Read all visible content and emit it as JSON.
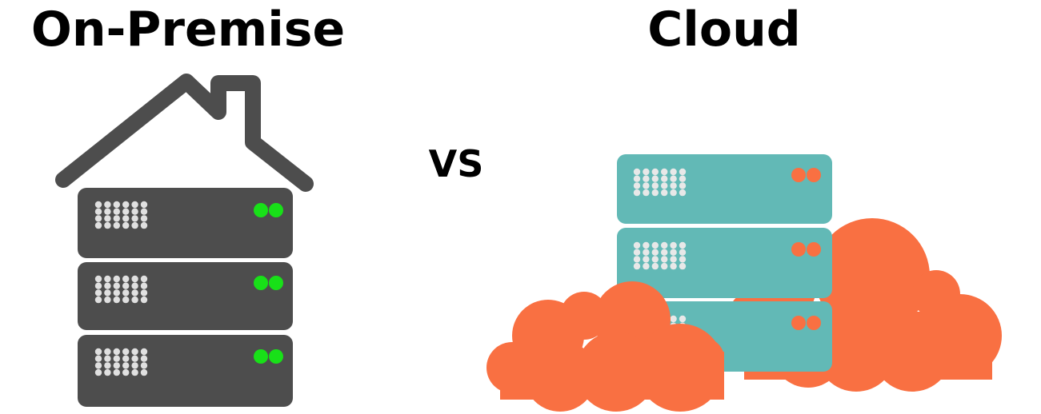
{
  "onpremise": {
    "title": "On-Premise",
    "server_count": 3,
    "colors": {
      "roof": "#4d4d4d",
      "server": "#4d4d4d",
      "indicator": "#18e018",
      "vents": "#e0e0e0"
    },
    "icons": [
      "house-roof-icon",
      "server-rack-icon"
    ]
  },
  "separator": {
    "label": "VS"
  },
  "cloud": {
    "title": "Cloud",
    "server_count": 3,
    "colors": {
      "server": "#62b9b6",
      "indicator": "#f97042",
      "vents": "#e8e8e8",
      "cloud": "#f97042"
    },
    "icons": [
      "cloud-icon",
      "server-rack-icon"
    ]
  }
}
